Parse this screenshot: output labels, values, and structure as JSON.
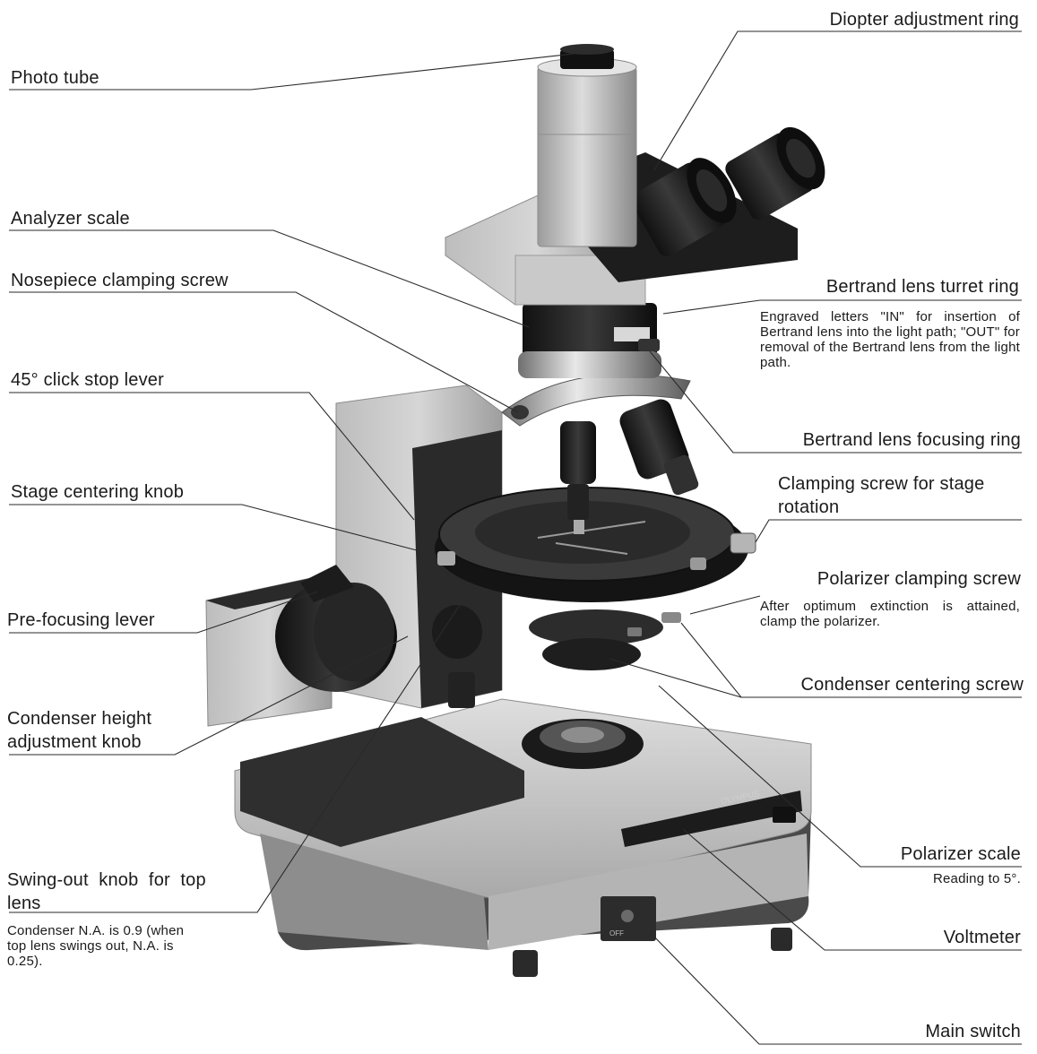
{
  "labels": {
    "photo_tube": "Photo tube",
    "diopter_ring": "Diopter adjustment ring",
    "analyzer_scale": "Analyzer scale",
    "nosepiece_screw": "Nosepiece clamping screw",
    "click_stop_lever": "45° click stop lever",
    "stage_centering_knob": "Stage centering knob",
    "prefocusing_lever": "Pre-focusing lever",
    "condenser_height_knob_line1": "Condenser height",
    "condenser_height_knob_line2": "adjustment knob",
    "swing_out_knob_line1": "Swing-out  knob  for  top",
    "swing_out_knob_line2": "lens",
    "bertrand_turret_ring": "Bertrand lens turret ring",
    "bertrand_focusing_ring": "Bertrand lens focusing ring",
    "stage_clamp_line1": "Clamping screw for stage",
    "stage_clamp_line2": "rotation",
    "polarizer_clamping_screw": "Polarizer clamping screw",
    "condenser_centering_screw": "Condenser centering screw",
    "polarizer_scale": "Polarizer scale",
    "voltmeter": "Voltmeter",
    "main_switch": "Main switch"
  },
  "notes": {
    "bertrand_turret": "Engraved letters \"IN\" for insertion of Bertrand lens into the light path; \"OUT\" for removal of the Bertrand lens from the light path.",
    "polarizer_clamp": "After optimum extinction is attained, clamp the polarizer.",
    "polarizer_scale": "Reading to 5°.",
    "condenser_na": "Condenser N.A. is 0.9 (when top lens swings out, N.A. is 0.25)."
  },
  "device": {
    "brand": "OLYMPUS",
    "switch_mark": "OFF"
  }
}
